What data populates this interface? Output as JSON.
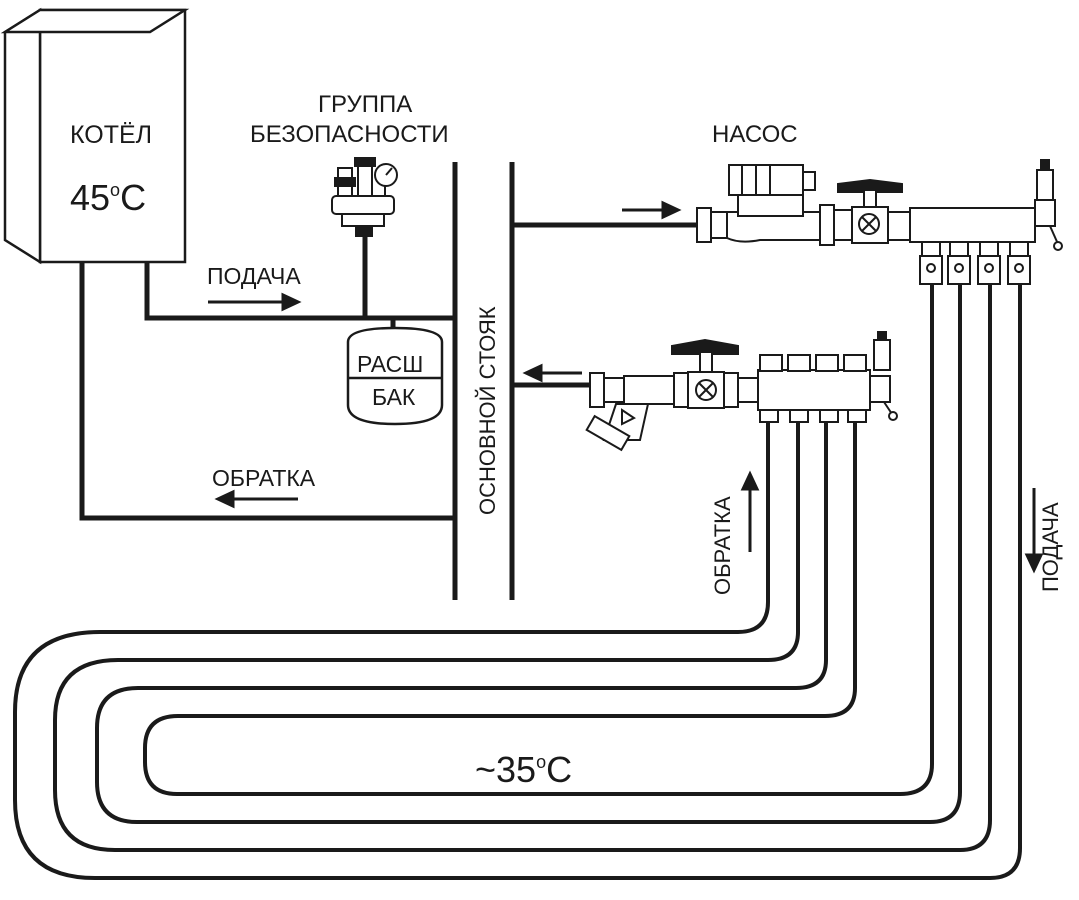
{
  "labels": {
    "boiler": "КОТЁЛ",
    "boiler_temp": "45",
    "boiler_temp_unit": "С",
    "safety_group_line1": "ГРУППА",
    "safety_group_line2": "БЕЗОПАСНОСТИ",
    "pump": "НАСОС",
    "supply_left": "ПОДАЧА",
    "return_left": "ОБРАТКА",
    "tank_line1": "РАСШ",
    "tank_line2": "БАК",
    "riser": "ОСНОВНОЙ СТОЯК",
    "return_vertical": "ОБРАТКА",
    "supply_vertical": "ПОДАЧА",
    "loop_temp": "~35",
    "loop_temp_unit": "С",
    "degree_symbol": "о"
  },
  "colors": {
    "line": "#1a1a1a",
    "fill": "#ffffff"
  },
  "icons": [
    "valve-icon",
    "gauge-icon",
    "flow-arrow-icon",
    "air-vent-icon",
    "strainer-icon"
  ]
}
